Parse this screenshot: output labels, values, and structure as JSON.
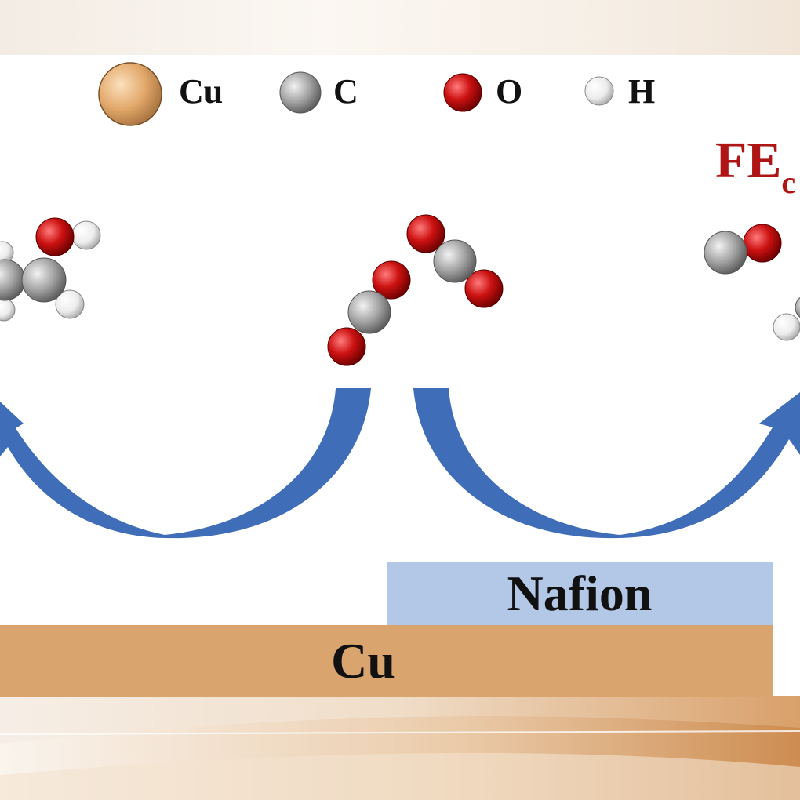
{
  "legend": {
    "cu": {
      "symbol": "Cu",
      "color": "#d9a46e"
    },
    "c": {
      "symbol": "C",
      "color": "#9a9a9a"
    },
    "o": {
      "symbol": "O",
      "color": "#c40d0d"
    },
    "h": {
      "symbol": "H",
      "color": "#f4f4f4"
    }
  },
  "product_label": "FE",
  "layers": {
    "nafion": {
      "label": "Nafion",
      "color": "#b3c7e6"
    },
    "cu": {
      "label": "Cu",
      "color": "#d9a46e"
    }
  },
  "arrow_color": "#3f6db8",
  "molecules": [
    "ethanol",
    "CO2",
    "CO2",
    "CO",
    "product"
  ]
}
